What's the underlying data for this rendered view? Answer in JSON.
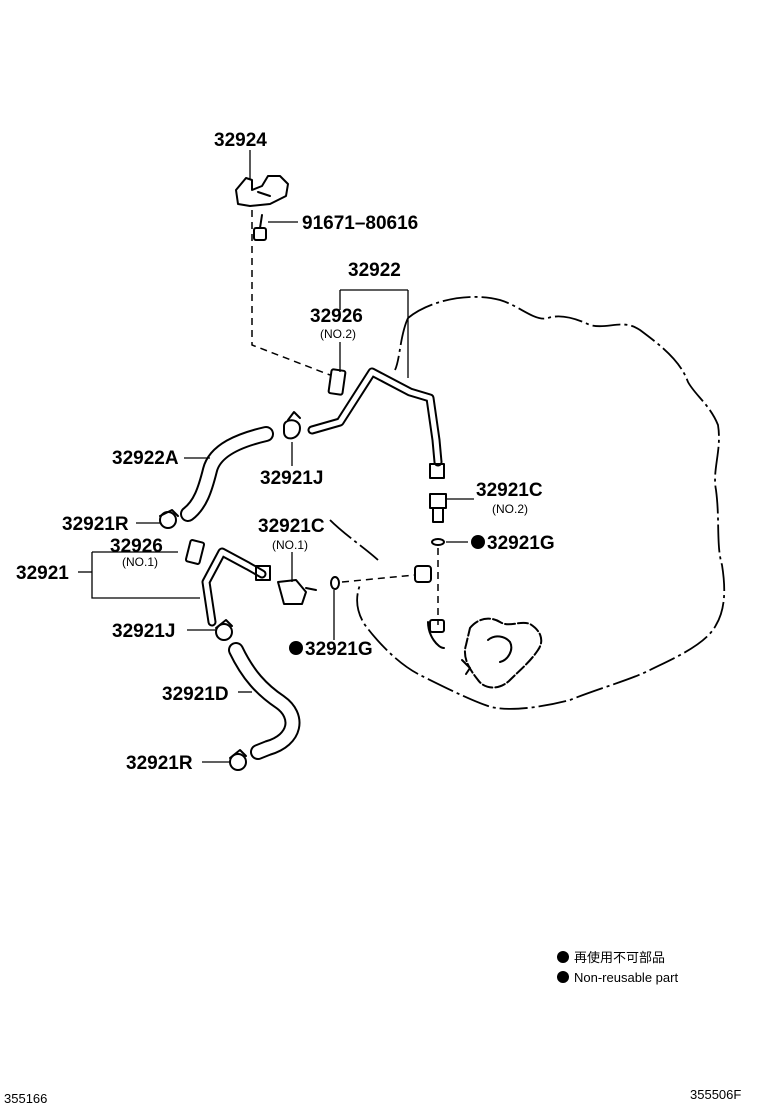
{
  "callouts": {
    "p32924": "32924",
    "p91671": "91671–80616",
    "p32922": "32922",
    "p32926_top": "32926",
    "p32926_top_sub": "(NO.2)",
    "p32922A": "32922A",
    "p32921J_top": "32921J",
    "p32921C_no2": "32921C",
    "p32921C_no2_sub": "(NO.2)",
    "p32921G_right": "32921G",
    "p32921R_top": "32921R",
    "p32926_mid": "32926",
    "p32926_mid_sub": "(NO.1)",
    "p32921C_no1": "32921C",
    "p32921C_no1_sub": "(NO.1)",
    "p32921": "32921",
    "p32921J_low": "32921J",
    "p32921G_low": "32921G",
    "p32921D": "32921D",
    "p32921R_low": "32921R"
  },
  "legend": {
    "jp": "再使用不可部品",
    "en": "Non-reusable part"
  },
  "footer": {
    "left_code": "355166",
    "right_code": "355506F"
  }
}
